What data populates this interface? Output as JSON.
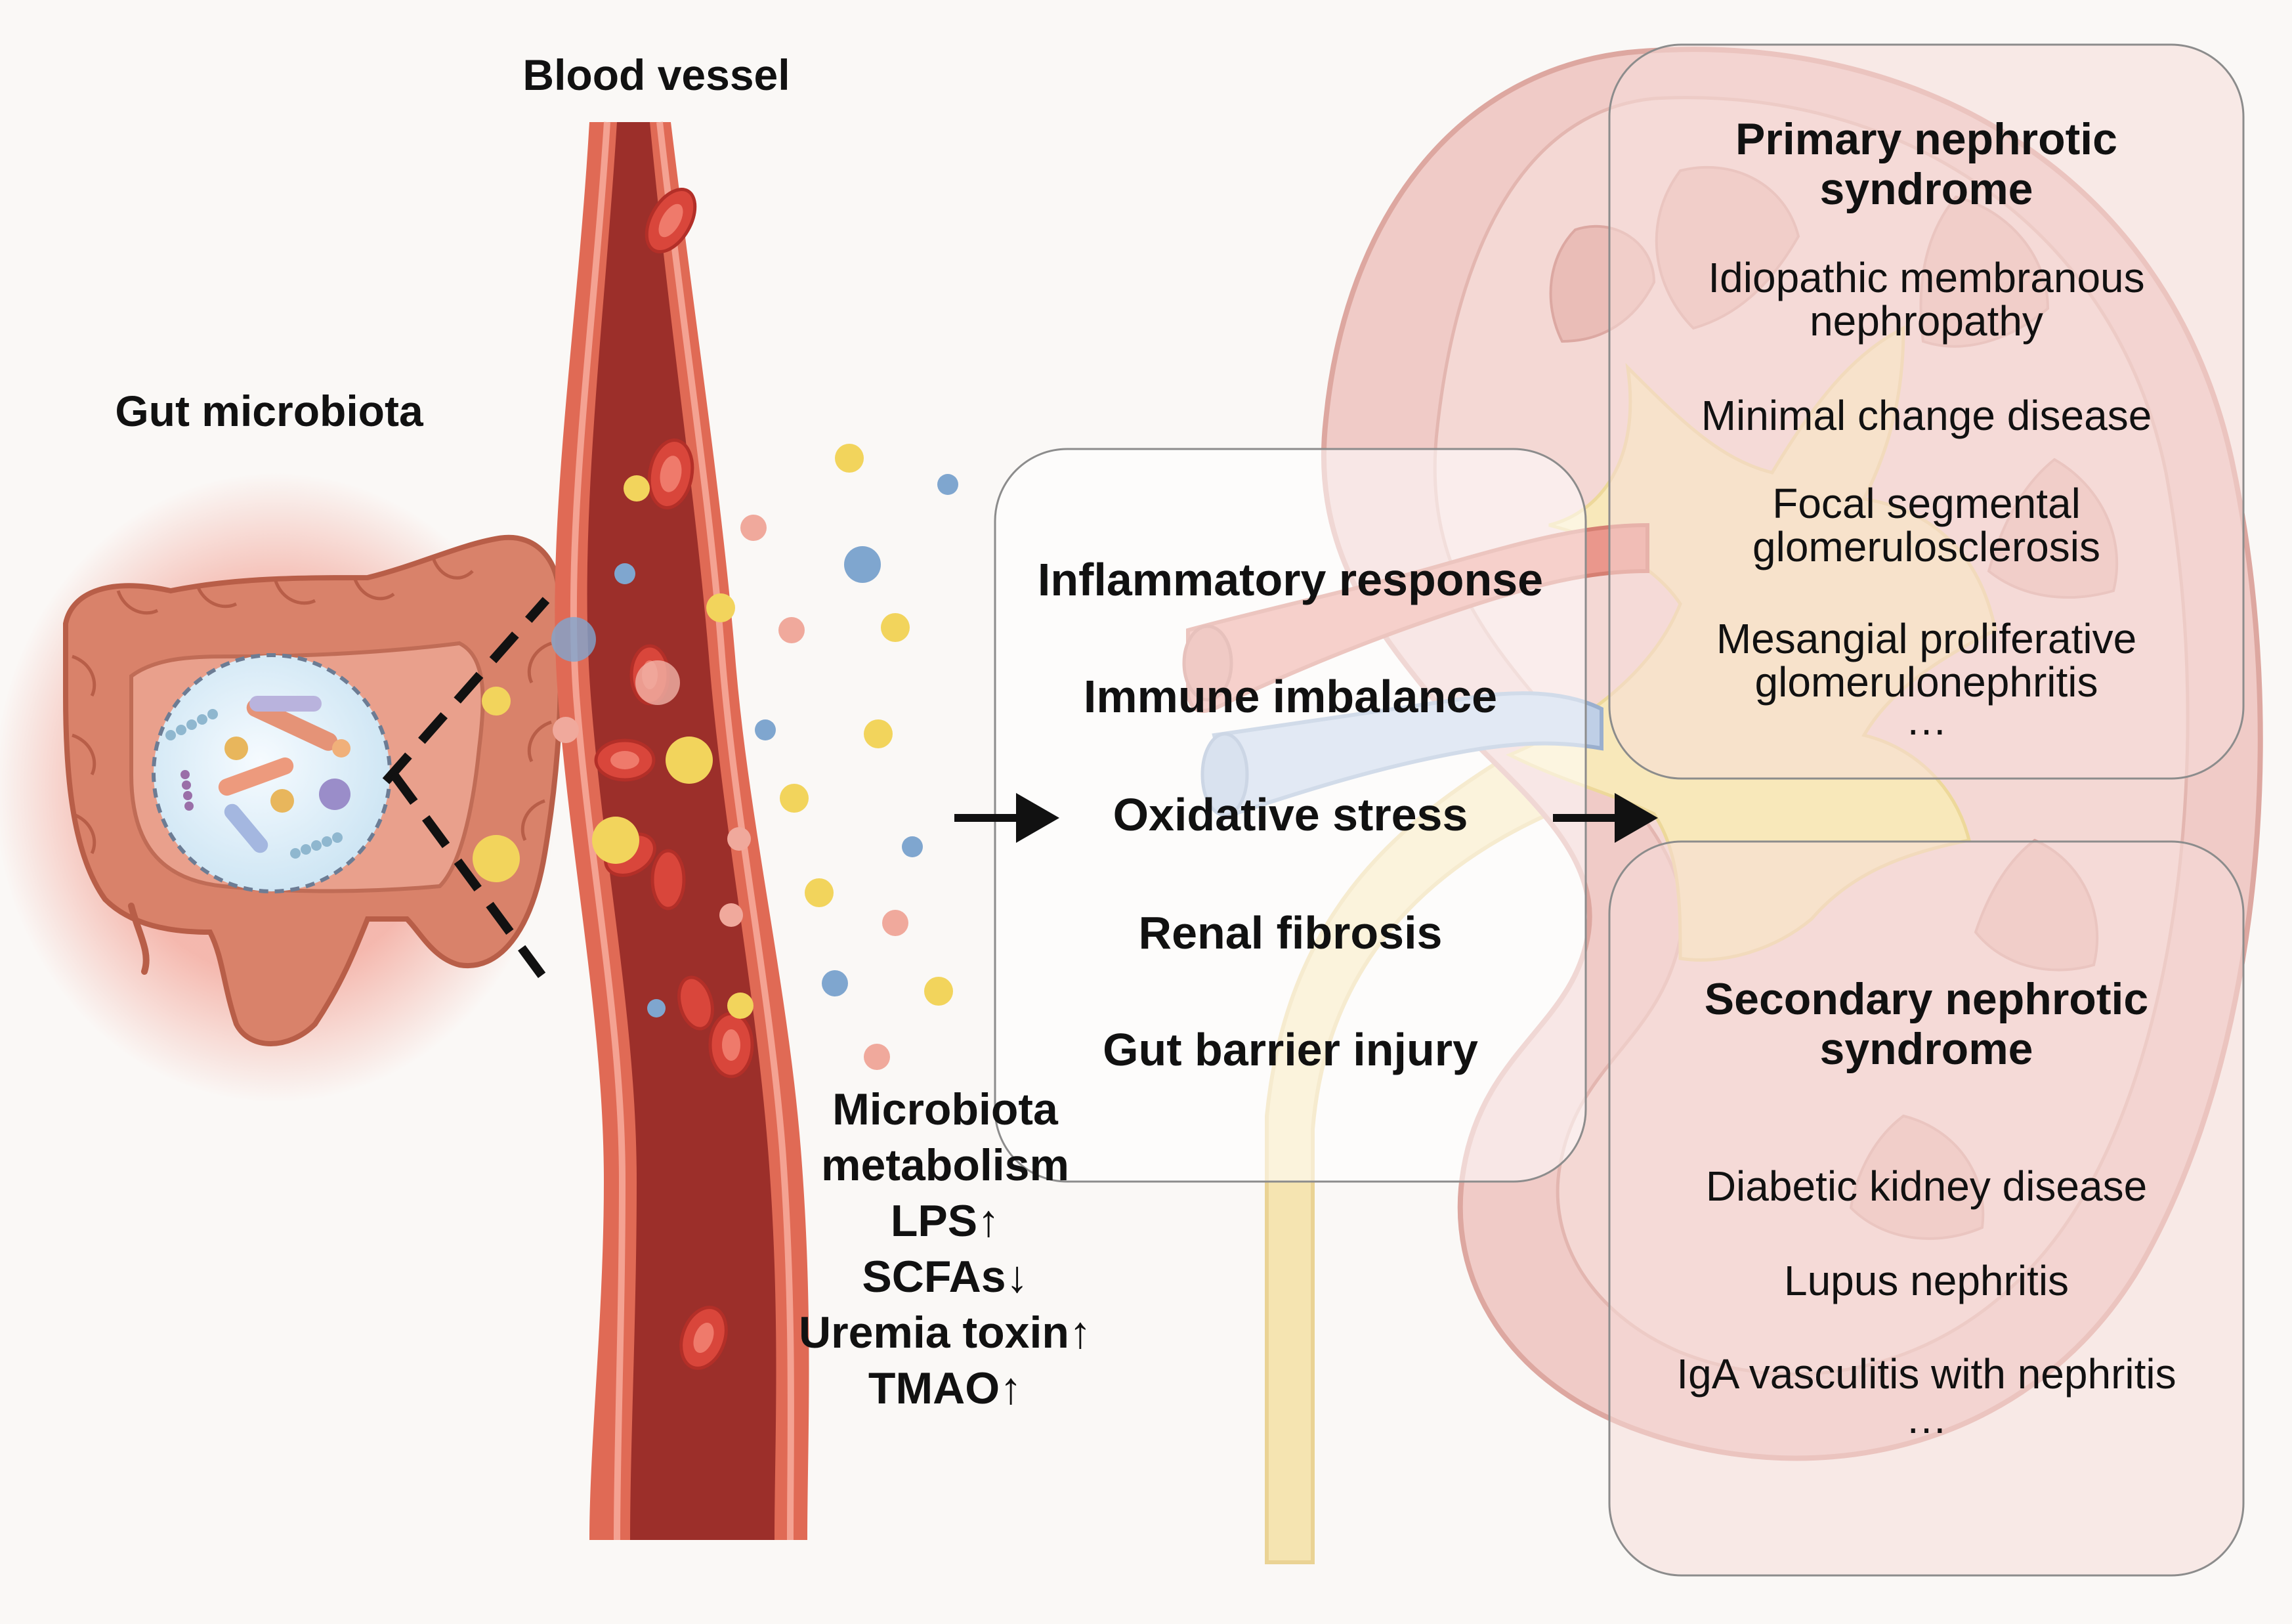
{
  "labels": {
    "blood_vessel": "Blood vessel",
    "gut_microbiota": "Gut microbiota"
  },
  "metabolism": {
    "title_line1": "Microbiota",
    "title_line2": "metabolism",
    "items": [
      "LPS↑",
      "SCFAs↓",
      "Uremia toxin↑",
      "TMAO↑"
    ]
  },
  "mechanisms": [
    "Inflammatory response",
    "Immune imbalance",
    "Oxidative stress",
    "Renal fibrosis",
    "Gut barrier injury"
  ],
  "primary": {
    "title_line1": "Primary nephrotic",
    "title_line2": "syndrome",
    "items": [
      [
        "Idiopathic membranous",
        "nephropathy"
      ],
      [
        "Minimal change disease"
      ],
      [
        "Focal segmental",
        "glomerulosclerosis"
      ],
      [
        "Mesangial proliferative",
        "glomerulonephritis"
      ]
    ],
    "ellipsis": "…"
  },
  "secondary": {
    "title_line1": "Secondary nephrotic",
    "title_line2": "syndrome",
    "items": [
      "Diabetic kidney disease",
      "Lupus nephritis",
      "IgA vasculitis with nephritis"
    ],
    "ellipsis": "…"
  },
  "colors": {
    "vessel_outer": "#e06a55",
    "vessel_inner": "#9c2f2a",
    "rbc": "#d9463b",
    "gut": "#d9826a",
    "kidney": "#f0c7c2",
    "ureter": "#f6e3a8",
    "metabolite_yellow": "#f2d45c",
    "metabolite_blue": "#7fa6cf",
    "metabolite_pink": "#f0a99c"
  }
}
